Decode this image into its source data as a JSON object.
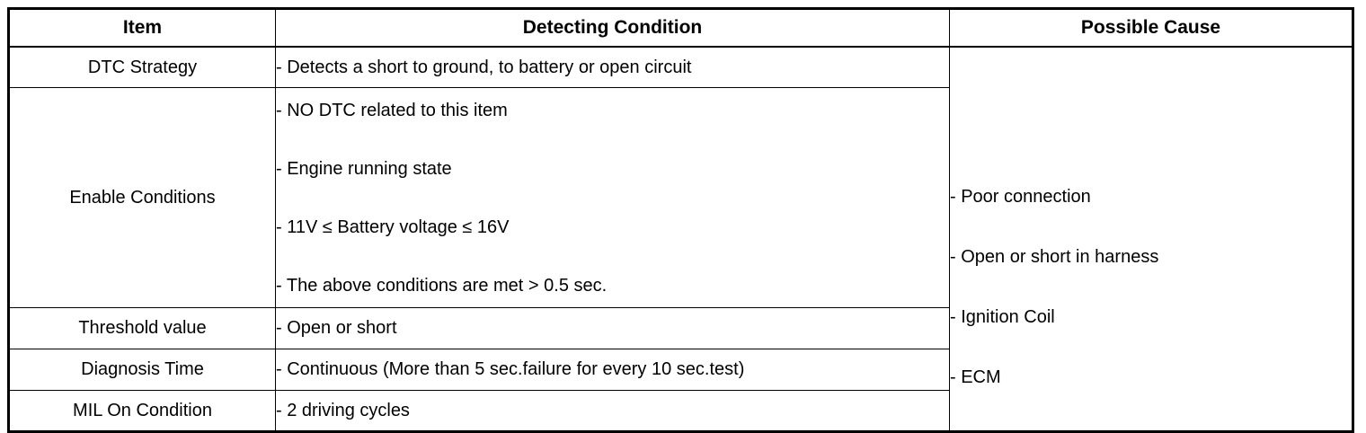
{
  "table": {
    "headers": [
      {
        "key": "item",
        "label": "Item"
      },
      {
        "key": "detect",
        "label": "Detecting Condition"
      },
      {
        "key": "cause",
        "label": "Possible Cause"
      }
    ],
    "rows": [
      {
        "item": "DTC Strategy",
        "detect_lines": [
          "-  Detects a short to ground, to battery or open circuit"
        ]
      },
      {
        "item": "Enable Conditions",
        "detect_lines": [
          "-  NO DTC related to this item",
          "-  Engine running state",
          "-  11V ≤ Battery voltage ≤ 16V",
          "-  The above conditions are met > 0.5 sec."
        ]
      },
      {
        "item": "Threshold value",
        "detect_lines": [
          "-  Open or short"
        ]
      },
      {
        "item": "Diagnosis Time",
        "detect_lines": [
          "-  Continuous (More than 5 sec.failure for every 10 sec.test)"
        ]
      },
      {
        "item": "MIL On Condition",
        "detect_lines": [
          "-  2 driving cycles"
        ]
      }
    ],
    "possible_cause_items": [
      "-  Poor connection",
      "-  Open or short in harness",
      "-  Ignition Coil",
      "-  ECM"
    ]
  },
  "colors": {
    "border": "#000000",
    "text": "#000000",
    "background": "#ffffff"
  }
}
